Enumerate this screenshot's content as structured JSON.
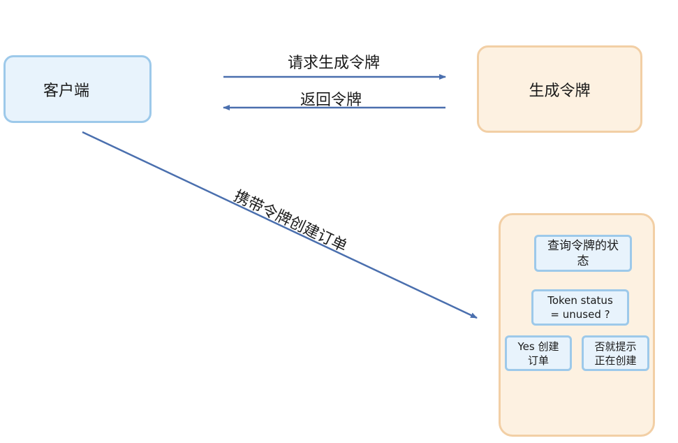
{
  "nodes": {
    "client": "客户端",
    "token_generator": "生成令牌",
    "query_status": "查询令牌的状态",
    "token_check": "Token status = unused ?",
    "yes_branch": "Yes 创建订单",
    "no_branch": "否就提示正在创建"
  },
  "edges": {
    "request_token": "请求生成令牌",
    "return_token": "返回令牌",
    "create_order": "携带令牌创建订单"
  },
  "colors": {
    "arrow": "#4a6fae",
    "blue_fill": "#e8f3fc",
    "blue_border": "#9dc9ea",
    "peach_fill": "#fdf1e1",
    "peach_border": "#f2cfa5"
  }
}
